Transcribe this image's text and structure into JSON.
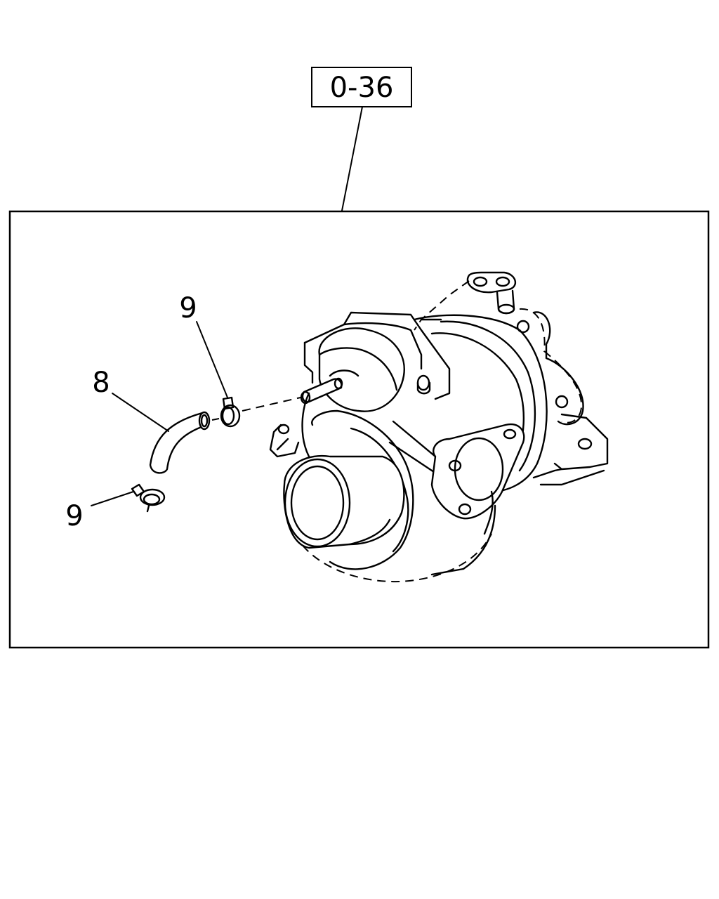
{
  "reference": {
    "label": "0-36"
  },
  "callouts": [
    {
      "id": "hose",
      "label": "8"
    },
    {
      "id": "clip-upper",
      "label": "9"
    },
    {
      "id": "clip-lower",
      "label": "9"
    }
  ]
}
